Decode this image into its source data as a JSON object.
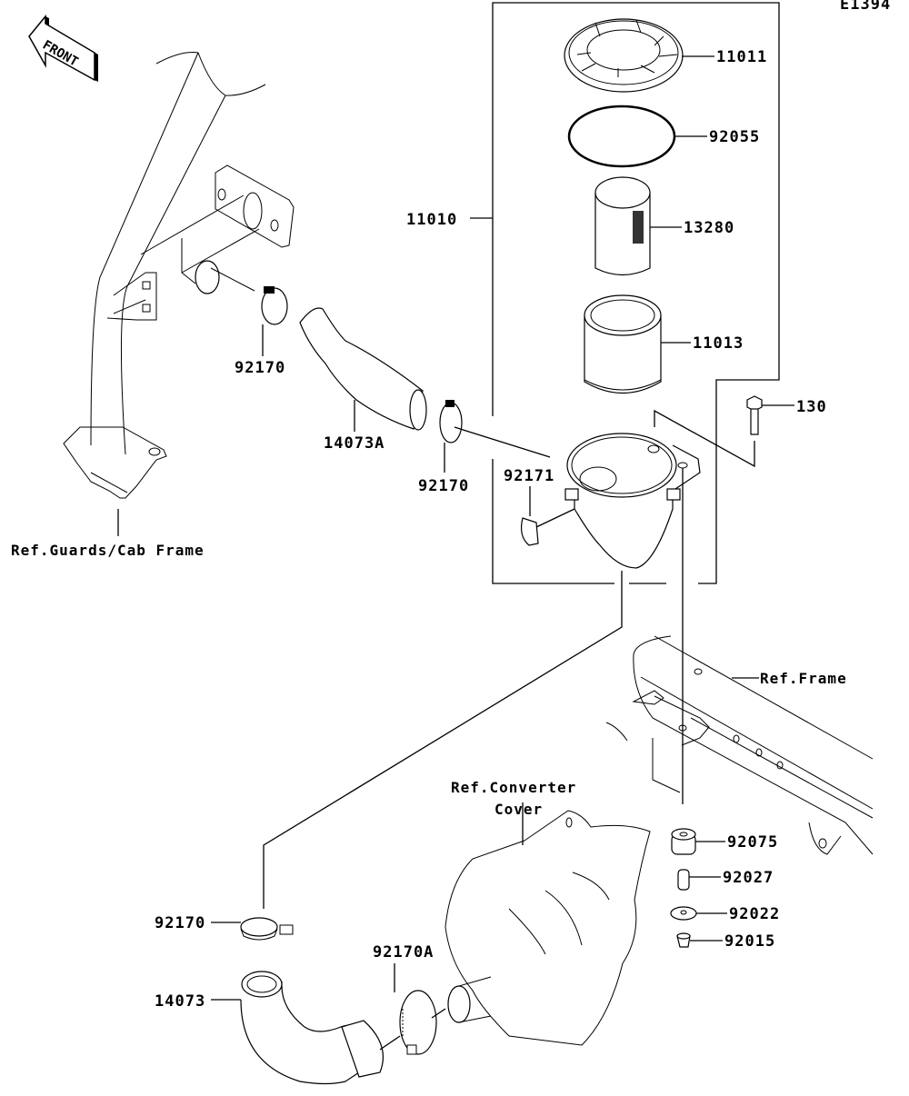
{
  "diagram": {
    "code": "E1394",
    "front_arrow": "FRONT",
    "parts": [
      {
        "id": "11011",
        "name": "cover-grid"
      },
      {
        "id": "92055",
        "name": "o-ring"
      },
      {
        "id": "13280",
        "name": "pre-filter"
      },
      {
        "id": "11010",
        "name": "air-cleaner-assembly"
      },
      {
        "id": "11013",
        "name": "filter-element"
      },
      {
        "id": "130",
        "name": "bolt"
      },
      {
        "id": "92170",
        "name": "clamp-upper"
      },
      {
        "id": "14073A",
        "name": "duct-upper"
      },
      {
        "id": "92170",
        "name": "clamp-middle"
      },
      {
        "id": "92171",
        "name": "bracket-clip"
      },
      {
        "id": "92075",
        "name": "grommet"
      },
      {
        "id": "92027",
        "name": "collar"
      },
      {
        "id": "92022",
        "name": "washer"
      },
      {
        "id": "92015",
        "name": "nut"
      },
      {
        "id": "92170",
        "name": "clamp-lower"
      },
      {
        "id": "92170A",
        "name": "clamp-lower-a"
      },
      {
        "id": "14073",
        "name": "duct-lower"
      }
    ],
    "references": {
      "guards": "Ref.Guards/Cab Frame",
      "frame": "Ref.Frame",
      "converter_line1": "Ref.Converter",
      "converter_line2": "Cover"
    }
  }
}
